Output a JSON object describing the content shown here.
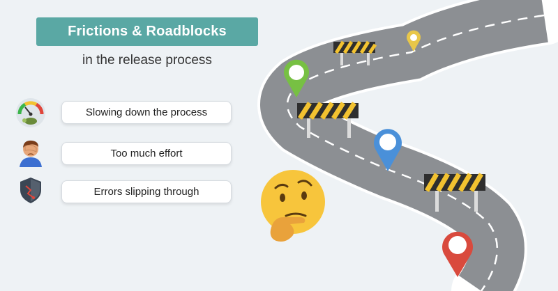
{
  "header": {
    "title": "Frictions & Roadblocks",
    "subtitle": "in the release process"
  },
  "items": [
    {
      "label": "Slowing down the process",
      "icon": "speedometer-turtle-icon"
    },
    {
      "label": "Too much effort",
      "icon": "frustrated-person-icon"
    },
    {
      "label": "Errors slipping through",
      "icon": "cracked-shield-icon"
    }
  ],
  "illustration": {
    "road": "winding-road-illustration",
    "emoji": "thinking-face-emoji",
    "pins": [
      "yellow-pin-icon",
      "green-pin-icon",
      "blue-pin-icon",
      "red-pin-icon"
    ],
    "barriers": 3
  },
  "colors": {
    "title_bg": "#5aa8a4",
    "background": "#eef2f5",
    "road": "#8c8f93",
    "pin_green": "#77c043",
    "pin_blue": "#4a90d9",
    "pin_red": "#d94a3d",
    "pin_yellow": "#e8c74a"
  }
}
